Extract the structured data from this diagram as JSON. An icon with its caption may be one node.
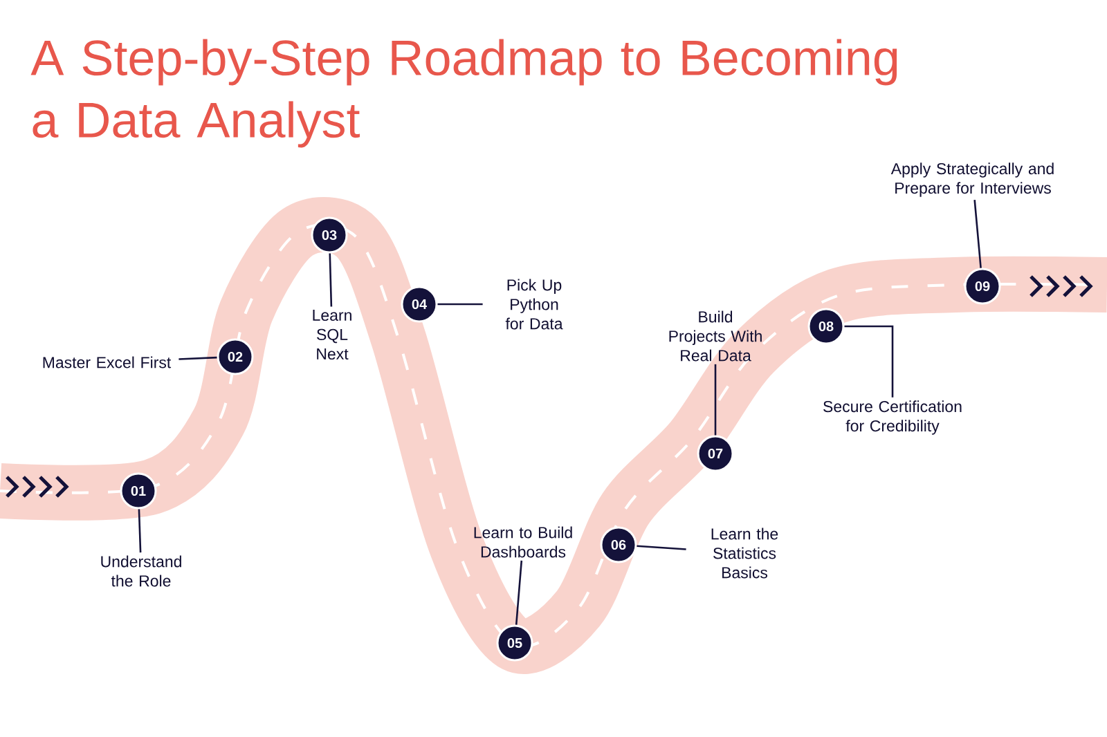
{
  "diagram": {
    "title": "A Step-by-Step Roadmap to Becoming a Data Analyst",
    "nodes": [
      {
        "text": [
          "01"
        ]
      },
      {
        "text": [
          "02"
        ]
      },
      {
        "text": [
          "03"
        ]
      },
      {
        "text": [
          "04"
        ]
      },
      {
        "text": [
          "05"
        ]
      },
      {
        "text": [
          "06"
        ]
      },
      {
        "text": [
          "07"
        ]
      },
      {
        "text": [
          "08"
        ]
      },
      {
        "text": [
          "09"
        ]
      },
      {
        "text": [
          "Understand the Role"
        ]
      },
      {
        "text": [
          "Master Excel First"
        ]
      },
      {
        "text": [
          "Learn SQL Next"
        ]
      },
      {
        "text": [
          "Pick Up Python for Data"
        ]
      },
      {
        "text": [
          "Learn to Build Dashboards"
        ]
      },
      {
        "text": [
          "Learn the Statistics Basics"
        ]
      },
      {
        "text": [
          "Build Projects With Real Data"
        ]
      },
      {
        "text": [
          "Secure Certification for Credibility"
        ]
      },
      {
        "text": [
          "Apply Strategically and Prepare for Interviews"
        ]
      }
    ],
    "edges": [
      {
        "from": 9,
        "to": 0,
        "arrow": "none"
      },
      {
        "from": 10,
        "to": 1,
        "arrow": "none"
      },
      {
        "from": 11,
        "to": 2,
        "arrow": "none"
      },
      {
        "from": 12,
        "to": 3,
        "arrow": "none"
      },
      {
        "from": 13,
        "to": 4,
        "arrow": "none"
      },
      {
        "from": 14,
        "to": 5,
        "arrow": "none"
      },
      {
        "from": 15,
        "to": 6,
        "arrow": "none"
      },
      {
        "from": 16,
        "to": 7,
        "arrow": "none"
      },
      {
        "from": 17,
        "to": 8,
        "arrow": "none"
      }
    ]
  }
}
